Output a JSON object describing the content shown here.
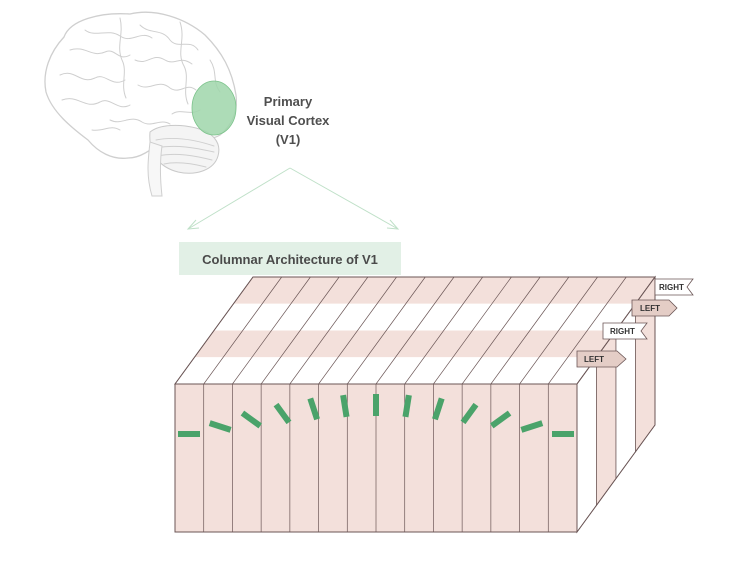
{
  "region_label": {
    "line1": "Primary",
    "line2": "Visual Cortex",
    "line3": "(V1)"
  },
  "banner": {
    "text": "Columnar Architecture of V1"
  },
  "eye_flags": [
    {
      "id": "back-right",
      "label": "RIGHT"
    },
    {
      "id": "back-left",
      "label": "LEFT"
    },
    {
      "id": "front-right",
      "label": "RIGHT"
    },
    {
      "id": "front-left",
      "label": "LEFT"
    }
  ],
  "orientation_columns": {
    "count": 13,
    "angles_deg": [
      0,
      18,
      36,
      54,
      72,
      81,
      90,
      99,
      108,
      126,
      144,
      162,
      180
    ]
  },
  "colors": {
    "v1_highlight": "#9fd6aa",
    "bar_green": "#4aa36a",
    "left_eye_band": "#f3e0db",
    "right_eye_band": "#ffffff",
    "banner_bg": "#e2f0e6",
    "outline": "#6b5656",
    "brain_outline": "#cfcfcf"
  }
}
